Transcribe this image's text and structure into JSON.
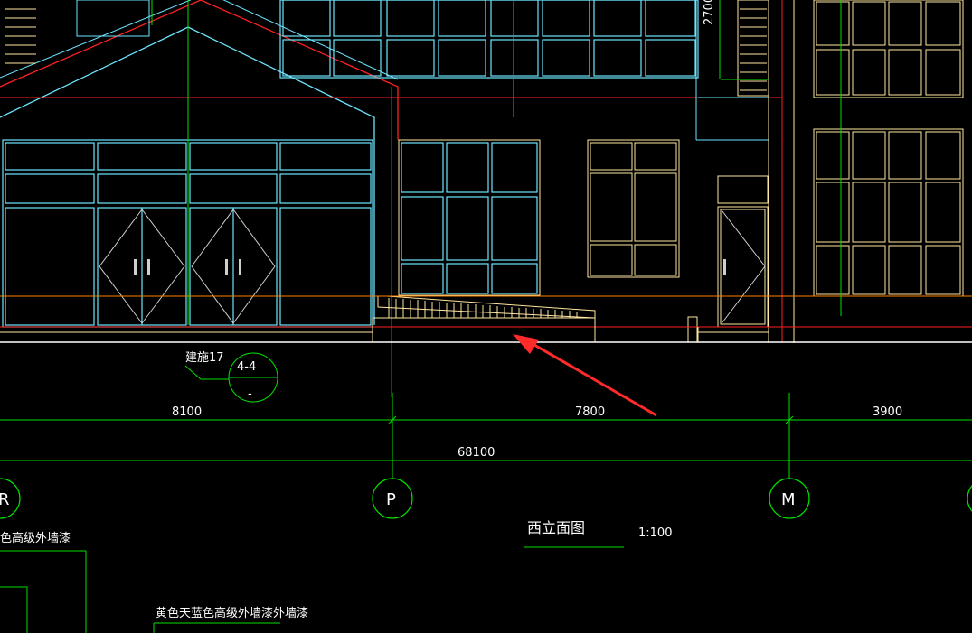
{
  "drawing": {
    "title": "西立面图",
    "scale": "1:100",
    "colors": {
      "background": "#000000",
      "cyan": "#6ce6ff",
      "yellow": "#ffe7a0",
      "green": "#00e000",
      "red": "#ff2020",
      "orange": "#ff8000",
      "white": "#ffffff",
      "arrow": "#ff2a2a"
    }
  },
  "dimensions": {
    "segment_1": "8100",
    "segment_2": "7800",
    "segment_3": "3900",
    "total": "68100",
    "vertical_top": "2700"
  },
  "axes": {
    "left_label": "R",
    "middle_label": "P",
    "right_label": "M"
  },
  "section_marker": {
    "number": "4-4",
    "sheet": "-"
  },
  "annotations": {
    "detail_ref": "建施17",
    "material_left": "色高级外墙漆",
    "material_bottom": "黄色天蓝色高级外墙漆外墙漆"
  }
}
